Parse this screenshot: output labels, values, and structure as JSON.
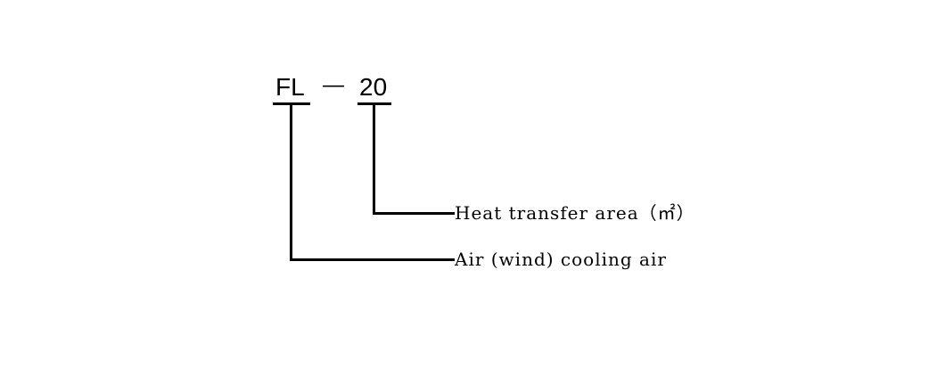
{
  "model_code": {
    "prefix": "FL",
    "separator": "—",
    "number": "20"
  },
  "labels": {
    "heat_transfer_area": "Heat transfer area（㎡）",
    "air_cooling": "Air (wind) cooling air"
  }
}
